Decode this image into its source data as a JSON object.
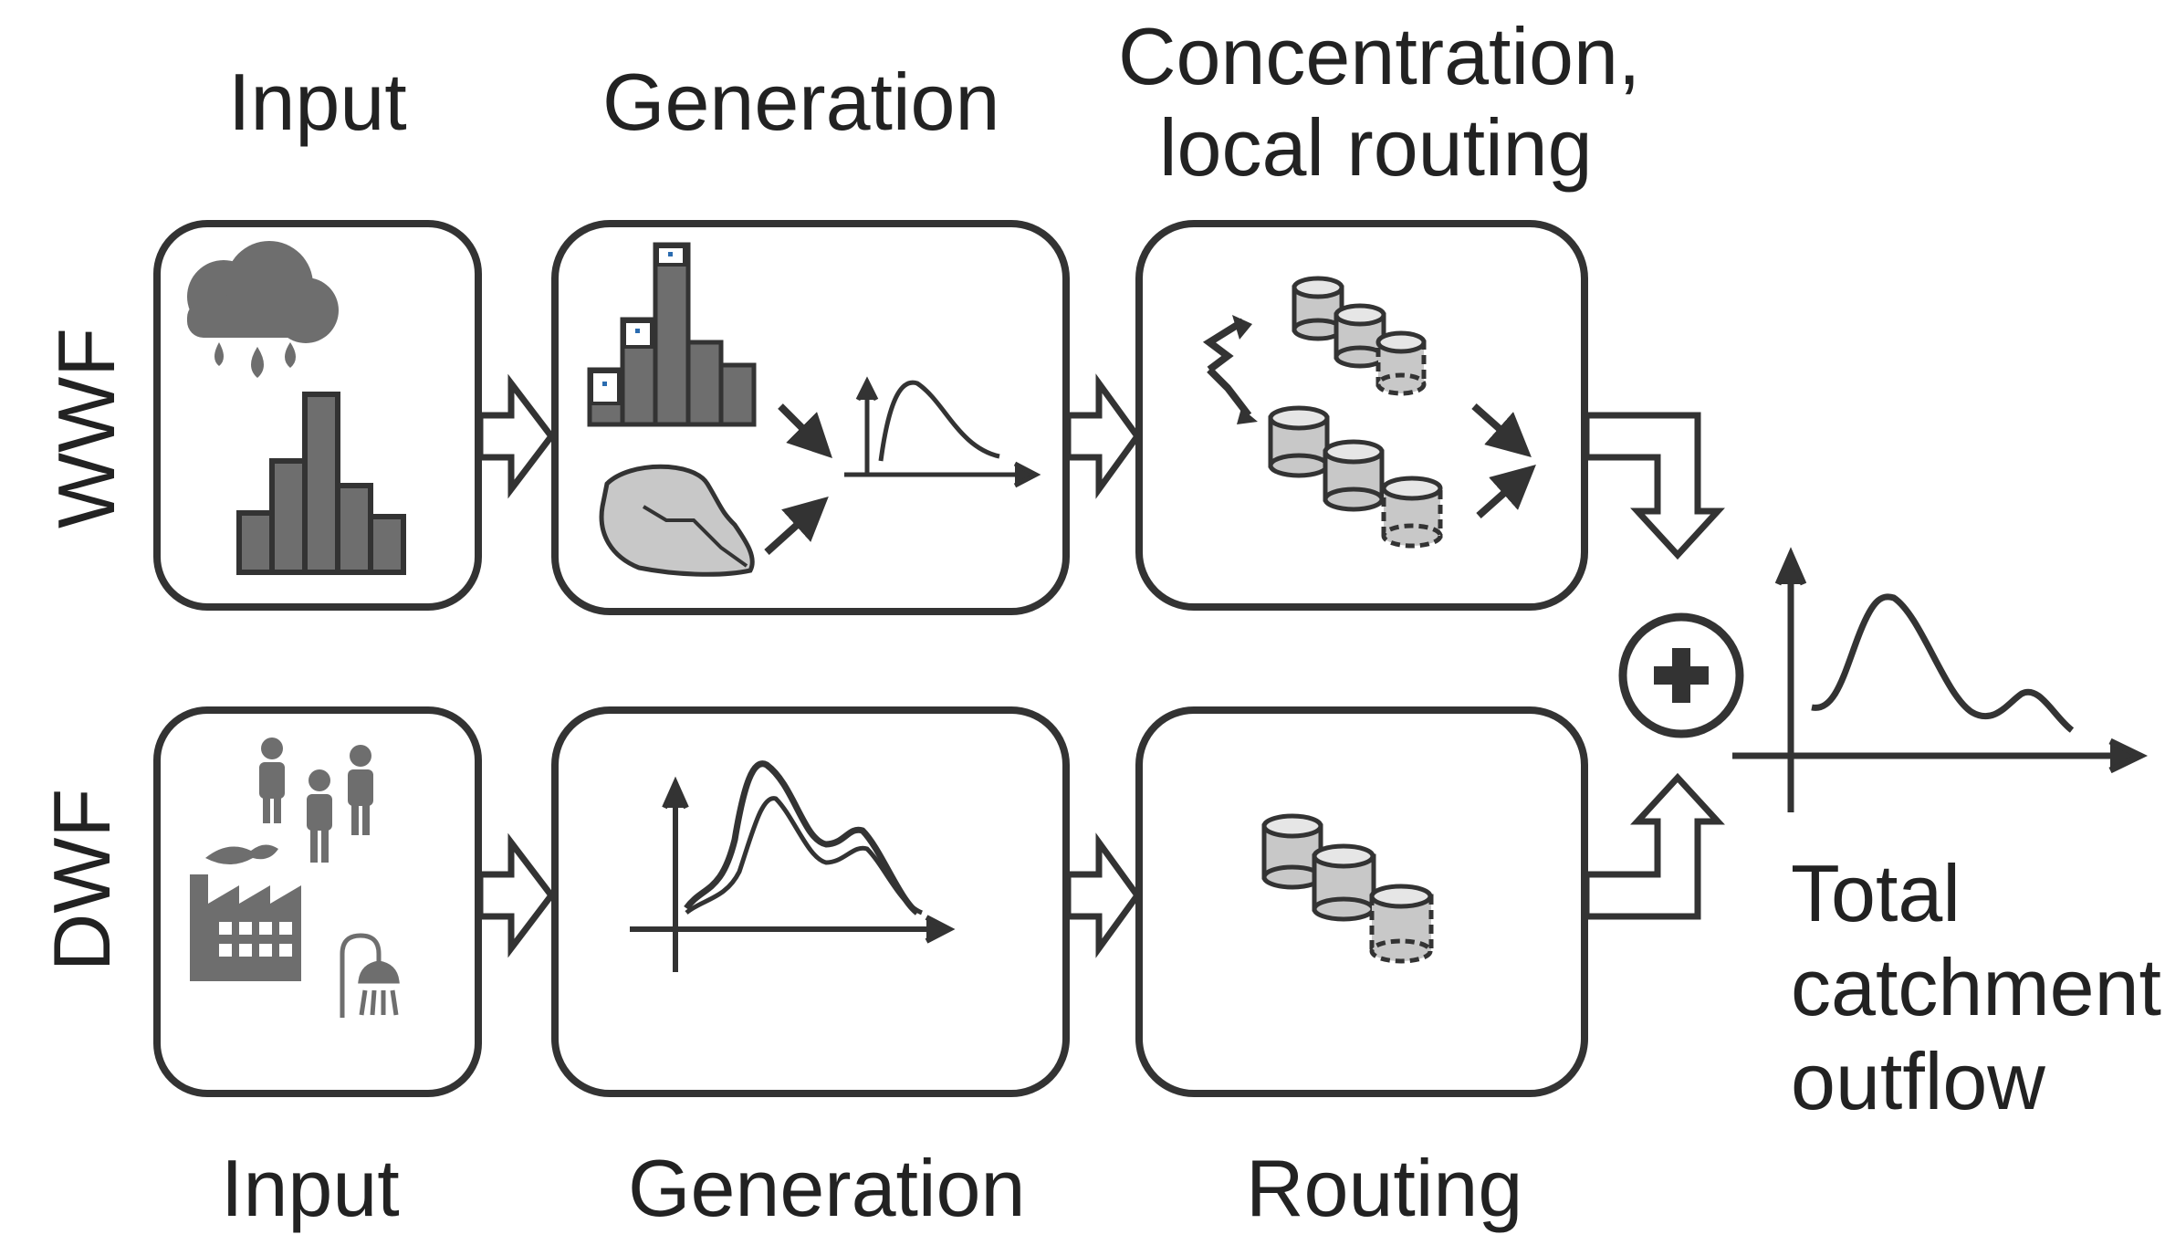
{
  "top": {
    "row_label": "WWF",
    "headers": {
      "input": "Input",
      "generation": "Generation",
      "concentration_line1": "Concentration,",
      "concentration_line2": "local routing"
    }
  },
  "bottom": {
    "row_label": "DWF",
    "headers": {
      "input": "Input",
      "generation": "Generation",
      "routing": "Routing"
    }
  },
  "output": {
    "line1": "Total",
    "line2": "catchment",
    "line3": "outflow"
  },
  "colors": {
    "stroke": "#333333",
    "fill_dark": "#6e6e6e",
    "fill_light": "#c8c8c8",
    "accent": "#2b6cb0"
  },
  "icons": [
    "rain-cloud-icon",
    "histogram-icon",
    "catchment-area-icon",
    "hydrograph-icon",
    "reservoir-cylinder-icon",
    "people-icon",
    "factory-icon",
    "shower-icon",
    "plus-circle-icon"
  ]
}
